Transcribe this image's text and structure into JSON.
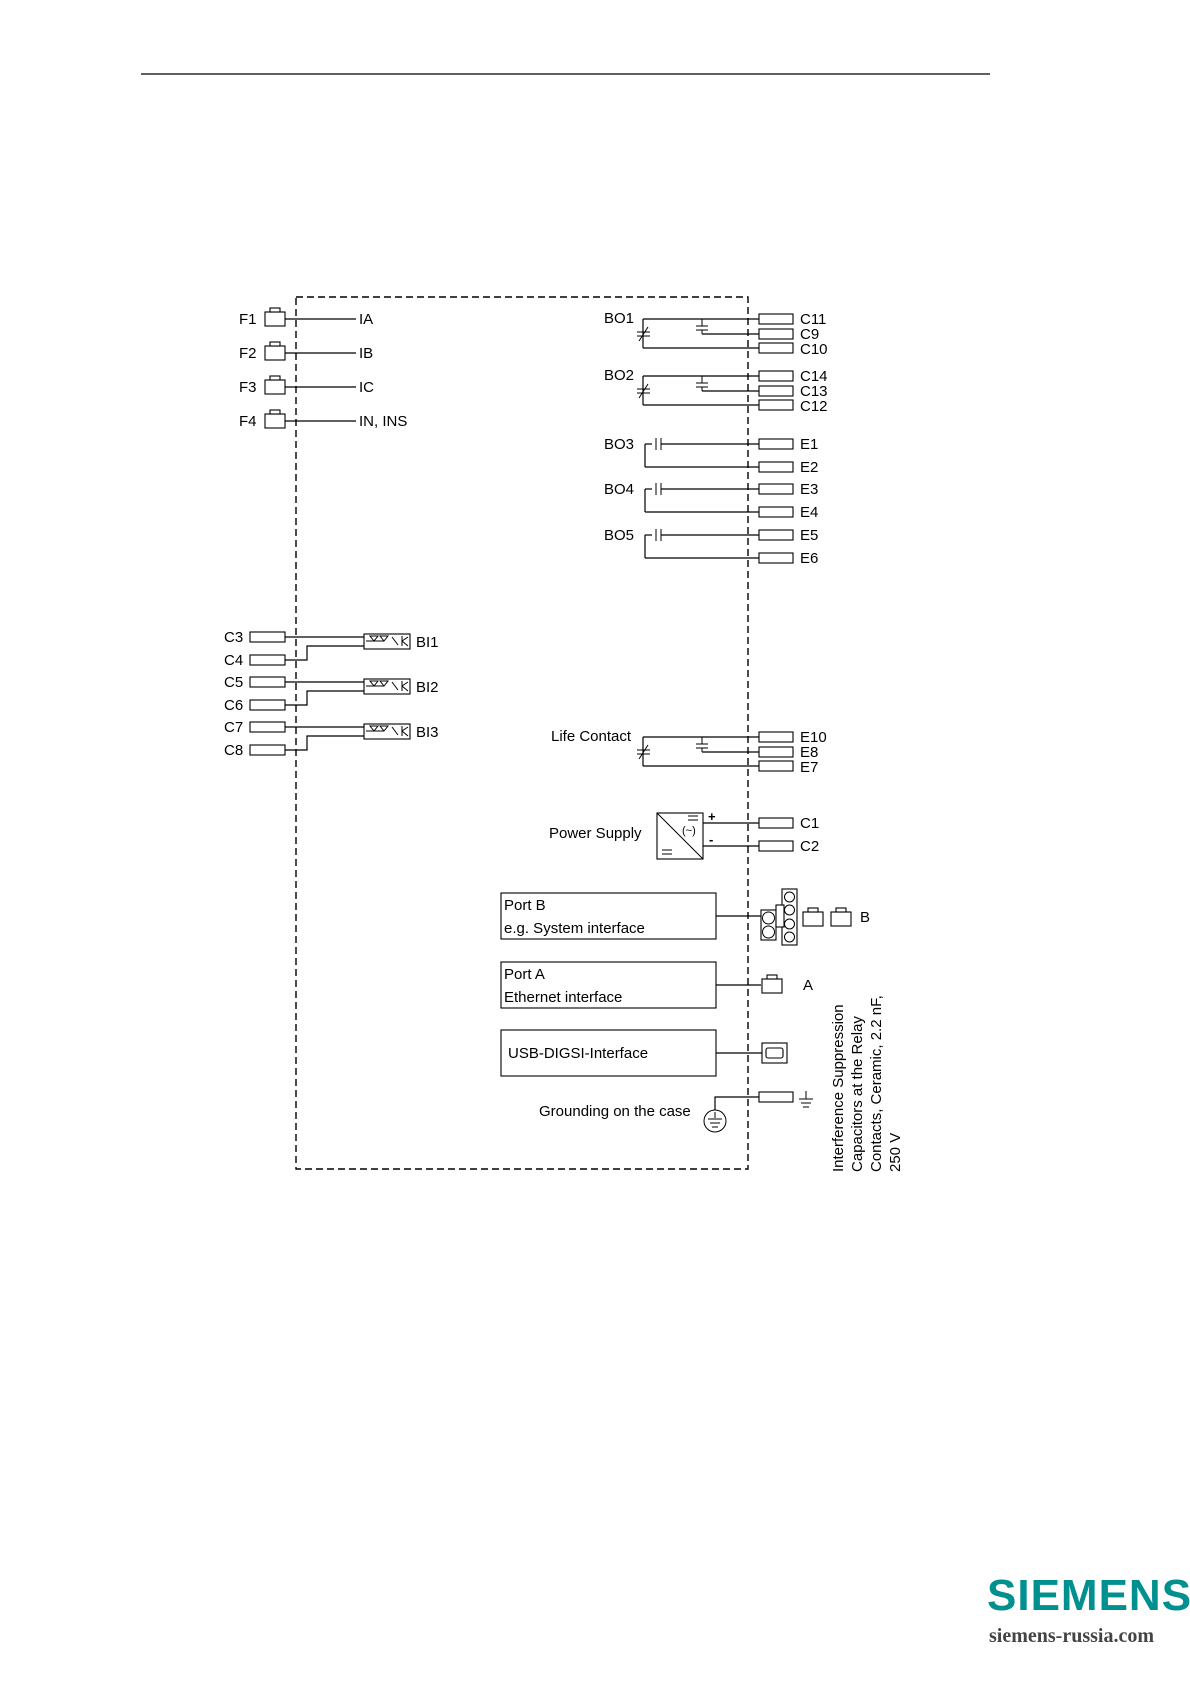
{
  "diagram": {
    "current_inputs": [
      {
        "terminal": "F1",
        "signal": "IA"
      },
      {
        "terminal": "F2",
        "signal": "IB"
      },
      {
        "terminal": "F3",
        "signal": "IC"
      },
      {
        "terminal": "F4",
        "signal": "IN, INS"
      }
    ],
    "binary_outputs_changeover": [
      {
        "label": "BO1",
        "terminals": [
          "C11",
          "C9",
          "C10"
        ]
      },
      {
        "label": "BO2",
        "terminals": [
          "C14",
          "C13",
          "C12"
        ]
      }
    ],
    "binary_outputs_no": [
      {
        "label": "BO3",
        "terminals": [
          "E1",
          "E2"
        ]
      },
      {
        "label": "BO4",
        "terminals": [
          "E3",
          "E4"
        ]
      },
      {
        "label": "BO5",
        "terminals": [
          "E5",
          "E6"
        ]
      }
    ],
    "binary_inputs": [
      {
        "label": "BI1",
        "terminals": [
          "C3",
          "C4"
        ]
      },
      {
        "label": "BI2",
        "terminals": [
          "C5",
          "C6"
        ]
      },
      {
        "label": "BI3",
        "terminals": [
          "C7",
          "C8"
        ]
      }
    ],
    "life_contact": {
      "label": "Life Contact",
      "terminals": [
        "E10",
        "E8",
        "E7"
      ]
    },
    "power_supply": {
      "label": "Power Supply",
      "terminals": [
        "C1",
        "C2"
      ],
      "plus": "+",
      "minus": "-"
    },
    "port_b": {
      "line1": "Port B",
      "line2": "e.g. System interface",
      "connector": "B"
    },
    "port_a": {
      "line1": "Port A",
      "line2": "Ethernet interface",
      "connector": "A"
    },
    "usb": {
      "label": "USB-DIGSI-Interface"
    },
    "grounding": {
      "label": "Grounding on the case"
    },
    "note_lines": [
      "Interference Suppression",
      "Capacitors at the Relay",
      "Contacts,  Ceramic, 2.2 nF,",
      "250 V"
    ]
  },
  "branding": {
    "logo": "SIEMENS",
    "url": "siemens-russia.com",
    "color": "#00908f"
  }
}
